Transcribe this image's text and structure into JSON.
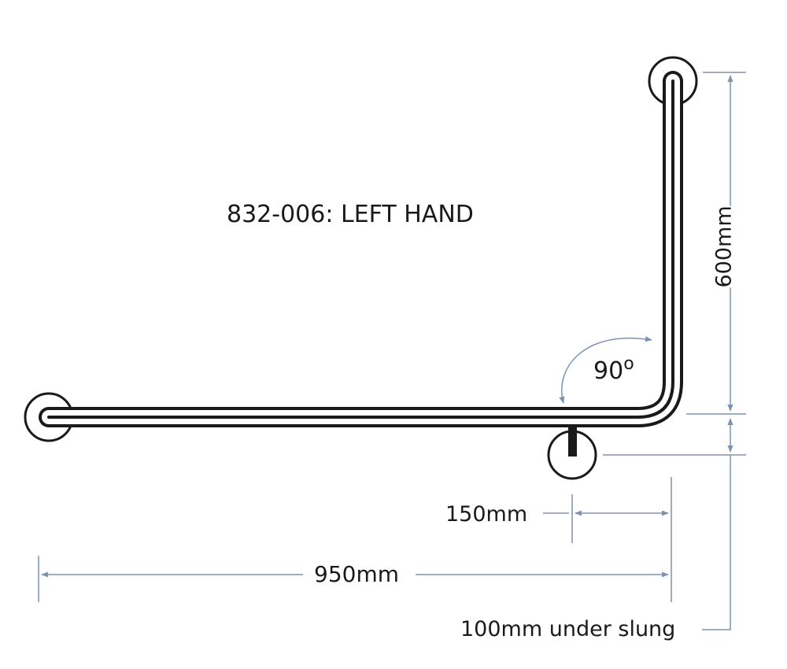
{
  "diagram": {
    "title": "832-006: LEFT HAND",
    "angle": {
      "value": "90",
      "unit": "o"
    },
    "dimensions": {
      "vertical_arm": "600mm",
      "horizontal_length": "950mm",
      "flange_offset": "150mm",
      "under_slung": "100mm under slung"
    },
    "colors": {
      "rail": "#1a1a1a",
      "dimension_lines": "#7d93b4",
      "text": "#1a1a1a",
      "background": "#ffffff"
    }
  }
}
